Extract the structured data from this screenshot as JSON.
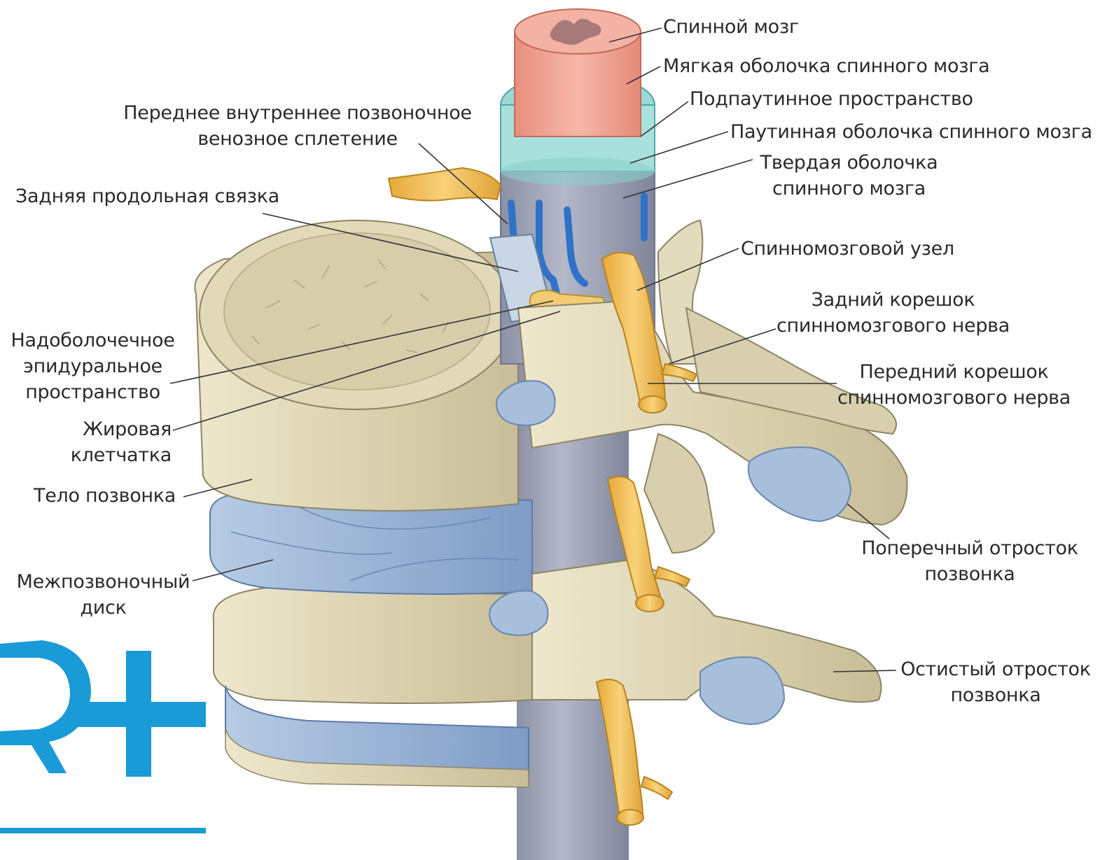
{
  "labels": {
    "spinal_cord": "Спинной мозг",
    "pia_mater": "Мягкая оболочка спинного мозга",
    "subarachnoid_space": "Подпаутинное пространство",
    "arachnoid_mater": "Паутинная оболочка спинного мозга",
    "dura_mater": [
      "Твердая оболочка",
      "спинного мозга"
    ],
    "venous_plexus": [
      "Переднее внутреннее позвоночное",
      "венозное сплетение"
    ],
    "posterior_ligament": "Задняя продольная связка",
    "spinal_ganglion": "Спинномозговой узел",
    "posterior_root": [
      "Задний корешок",
      "спинномозгового нерва"
    ],
    "anterior_root": [
      "Передний корешок",
      "спинномозгового нерва"
    ],
    "epidural_space": [
      "Надоболочечное",
      "эпидуральное",
      "пространство"
    ],
    "fat_tissue": [
      "Жировая",
      "клетчатка"
    ],
    "vertebral_body": "Тело позвонка",
    "transverse_process": [
      "Поперечный отросток",
      "позвонка"
    ],
    "intervertebral_disc": [
      "Межпозвоночный",
      "диск"
    ],
    "spinous_process": [
      "Остистый отросток",
      "позвонка"
    ]
  },
  "colors": {
    "bone": "#ddd5b5",
    "disc": "#9bb3d4",
    "dura": "#9a9fb2",
    "nerve": "#f2c45a",
    "vein": "#3f7fd0",
    "cord": "#f0a99a",
    "logo": "#1a9ad6"
  }
}
